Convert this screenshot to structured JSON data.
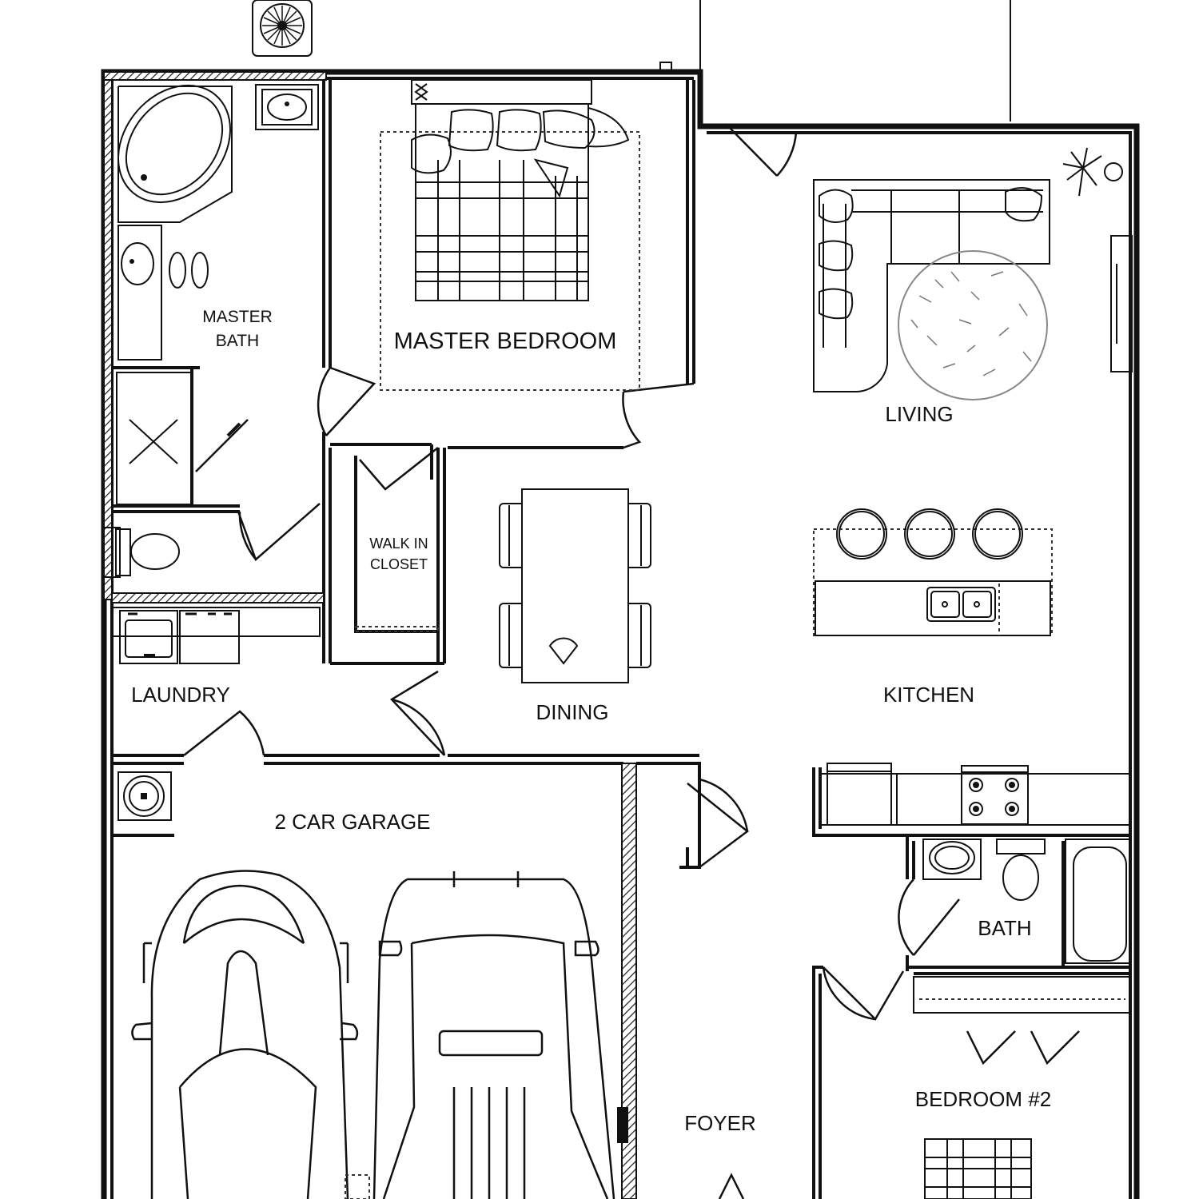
{
  "rooms": {
    "master_bath_line1": "MASTER",
    "master_bath_line2": "BATH",
    "master_bedroom": "MASTER BEDROOM",
    "living": "LIVING",
    "walk_in_closet_line1": "WALK IN",
    "walk_in_closet_line2": "CLOSET",
    "laundry": "LAUNDRY",
    "dining": "DINING",
    "kitchen": "KITCHEN",
    "garage": "2 CAR GARAGE",
    "bath": "BATH",
    "bedroom2": "BEDROOM #2",
    "foyer": "FOYER"
  },
  "colors": {
    "line": "#111111",
    "background": "#ffffff",
    "rug": "#888888"
  },
  "icons": [
    "fan-icon",
    "bathtub-icon",
    "sink-icon",
    "toilet-icon",
    "shower-icon",
    "bed-icon",
    "sofa-icon",
    "rug-icon",
    "plant-icon",
    "stool-icon",
    "stove-icon",
    "car-icon",
    "water-heater-icon",
    "washer-icon",
    "dining-table-icon"
  ]
}
